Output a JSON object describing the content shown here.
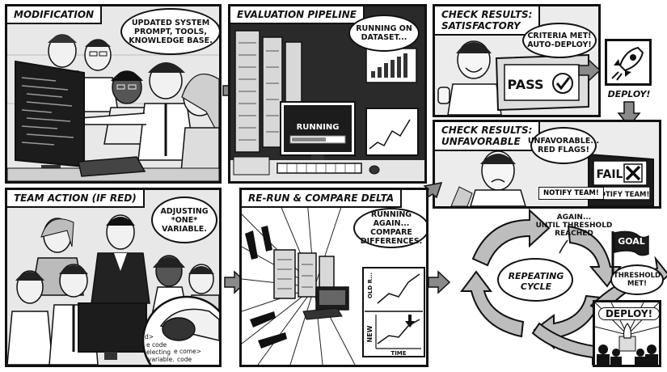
{
  "panels": {
    "modification": {
      "caption": "MODIFICATION",
      "bubble": "UPDATED SYSTEM\nPROMPT, TOOLS,\nKNOWLEDGE BASE."
    },
    "evaluation": {
      "caption": "EVALUATION PIPELINE",
      "bubble": "RUNNING ON\nDATASET...",
      "monitor_text": "RUNNING"
    },
    "satisfactory": {
      "caption": "CHECK RESULTS:\nSATISFACTORY",
      "bubble": "CRITERIA MET!\nAUTO-DEPLOY!",
      "sign": "PASS"
    },
    "deploy_top": {
      "label": "DEPLOY!"
    },
    "unfavorable": {
      "caption": "CHECK RESULTS:\nUNFAVORABLE",
      "bubble": "UNFAVORABLE...\nRED FLAGS!",
      "sign": "FAIL",
      "banner": "NOTIFY TEAM!",
      "note": "NOTIFY TEAM!"
    },
    "team_action": {
      "caption": "TEAM ACTION (IF RED)",
      "bubble": "ADJUSTING\n*ONE*\nVARIABLE.",
      "code_lines": [
        "d>",
        "e code",
        "electing",
        "variable.",
        "e come>",
        "code"
      ]
    },
    "rerun": {
      "caption": "RE-RUN & COMPARE DELTA",
      "bubble": "RUNNING AGAIN...\nCOMPARE\nDIFFERENCES.",
      "chart_old_label": "OLD R...",
      "chart_new_label": "NEW",
      "chart_time_label": "TIME"
    },
    "cycle": {
      "label": "REPEATING\nCYCLE",
      "note": "AGAIN...\nUNTIL THRESHOLD\nREACHED",
      "flag": "GOAL",
      "bubble": "THRESHOLD\nMET!"
    },
    "deploy_bottom": {
      "label": "DEPLOY!"
    }
  },
  "colors": {
    "ink": "#111111",
    "panel": "#f4f4f4",
    "paper": "#ffffff",
    "arrow": "#8a8a8a",
    "screen": "#1c1c1c"
  },
  "icons": [
    "rocket-icon",
    "checkmark-icon",
    "x-mark-icon",
    "flag-icon",
    "mouse-icon",
    "server-rack-icon",
    "monitor-icon"
  ]
}
